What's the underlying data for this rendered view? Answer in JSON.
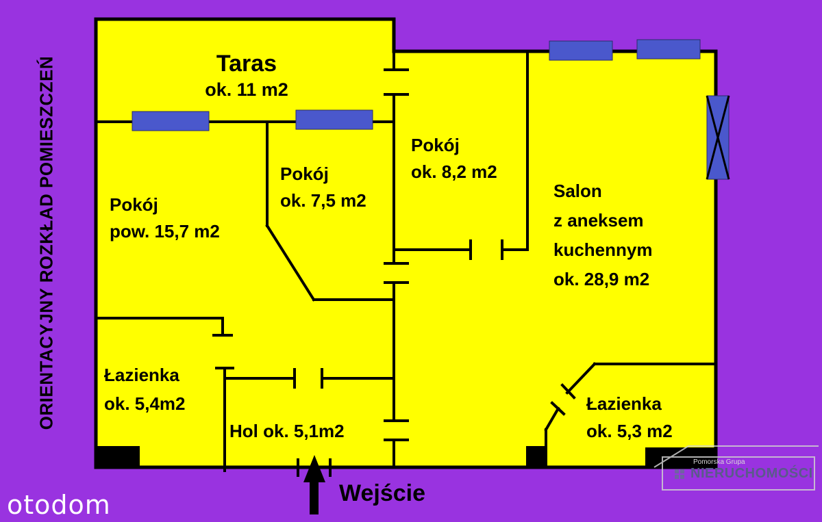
{
  "side_label": "ORIENTACYJNY ROZKŁAD POMIESZCZEŃ",
  "rooms": {
    "taras": {
      "name": "Taras",
      "area": "ok. 11 m2"
    },
    "pokoj_large": {
      "name": "Pokój",
      "area": "pow. 15,7 m2"
    },
    "pokoj_middle": {
      "name": "Pokój",
      "area": "ok. 7,5 m2"
    },
    "pokoj_right": {
      "name": "Pokój",
      "area": "ok. 8,2 m2"
    },
    "salon": {
      "line1": "Salon",
      "line2": "z aneksem",
      "line3": "kuchennym",
      "area": "ok. 28,9 m2"
    },
    "lazienka_left": {
      "name": "Łazienka",
      "area": "ok. 5,4m2"
    },
    "hol": {
      "name": "Hol ok. 5,1m2"
    },
    "lazienka_right": {
      "name": "Łazienka",
      "area": "ok. 5,3 m2"
    }
  },
  "entrance": "Wejście",
  "logo_otodom": "otodom",
  "watermark": {
    "small": "Pomorska Grupa",
    "big": "NIERUCHOMOŚCI"
  },
  "colors": {
    "background": "#9933e0",
    "floor": "#ffff00",
    "walls": "#000000",
    "windows": "#4a58cc"
  }
}
